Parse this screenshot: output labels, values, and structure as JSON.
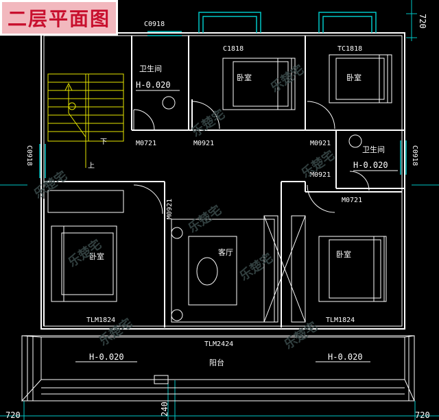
{
  "title": "二层平面图",
  "rooms": {
    "bedroom_top_left": "卧室",
    "bedroom_top_right": "卧室",
    "bedroom_bottom_left": "卧室",
    "bedroom_bottom_right": "卧室",
    "bathroom_left": "卫生间",
    "bathroom_right": "卫生间",
    "living_room": "客厅",
    "balcony": "阳台"
  },
  "elevations": {
    "bathroom_left": "H-0.020",
    "bathroom_right": "H-0.020",
    "balcony_left": "H-0.020",
    "balcony_right": "H-0.020"
  },
  "openings": {
    "c0918_top": "C0918",
    "c1818": "C1818",
    "tc1818": "TC1818",
    "c0918_left": "C0918",
    "c0918_right": "C0918",
    "m0721_left": "M0721",
    "m0921_left": "M0921",
    "m0921_right_top": "M0921",
    "m0921_right_bottom": "M0921",
    "m0721_right": "M0721",
    "m0921_vertical": "M0921",
    "tlm1824_left": "TLM1824",
    "tlm1824_right": "TLM1824",
    "tlm2424": "TLM2424"
  },
  "stair": {
    "down": "下",
    "up": "上"
  },
  "dimensions": {
    "top_right": "720",
    "bottom_left": "720",
    "bottom_right": "720",
    "bottom_center": "240"
  },
  "watermark": "乐楚宅",
  "colors": {
    "background": "#000000",
    "wall": "#ffffff",
    "stair": "#e8e800",
    "dimension_line": "#00c8c8",
    "window": "#00c8c8",
    "title_bg": "#f2b8be",
    "title_text": "#c8102e",
    "watermark": "#3a4a4a"
  }
}
